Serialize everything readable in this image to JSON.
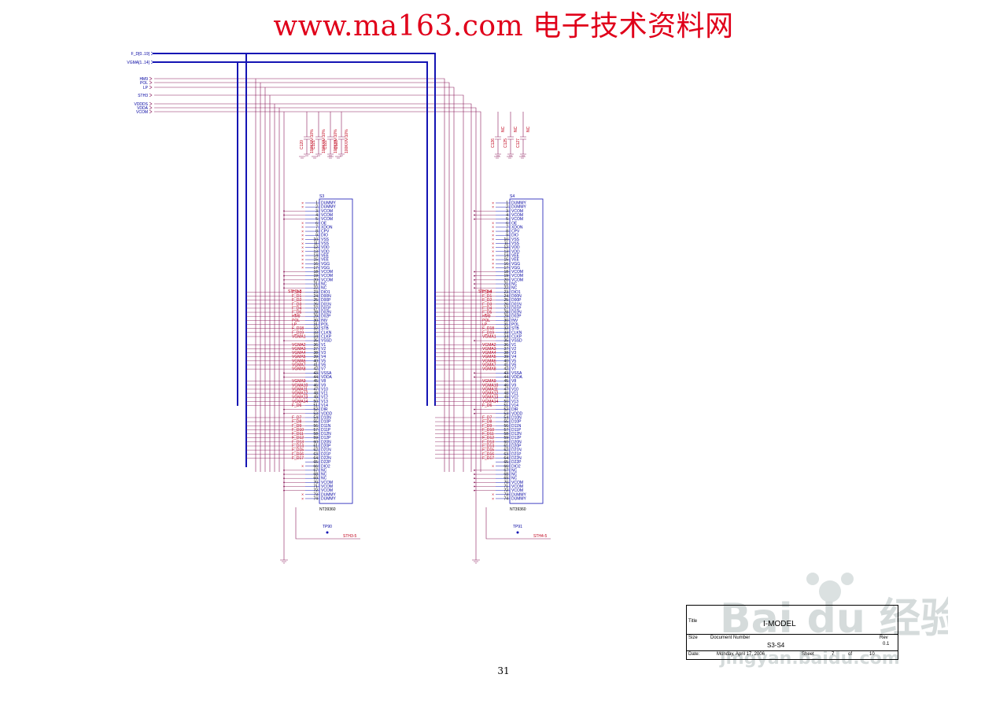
{
  "header": {
    "title": "www.ma163.com 电子技术资料网"
  },
  "page_number": "31",
  "nets": {
    "left": [
      "F_D[0..19]",
      "VGMA[1..14]",
      "HM9",
      "POL",
      "LP",
      "STH3",
      "VDDDS",
      "VDDA",
      "VCOM"
    ]
  },
  "caps_left": [
    "C120",
    "C121",
    "C122",
    "C123"
  ],
  "caps_left_values": [
    "100K/0V/10%",
    "100K/0V/10%",
    "100K/0V/10%",
    "100K/0V/10%"
  ],
  "caps_right": [
    "C126",
    "C125",
    "C127"
  ],
  "caps_right_values": [
    "NC",
    "NC",
    "NC"
  ],
  "chips": [
    {
      "ref": "S3",
      "part": "NT39360",
      "tp": "TP90",
      "out_net": "STH3-5"
    },
    {
      "ref": "S4",
      "part": "NT39360",
      "tp": "TP91",
      "out_net": "STH4-5"
    }
  ],
  "chip_in_net": "STH3-3",
  "chip_in_net_s4": "STH3-4",
  "pins": [
    "DUMMY",
    "DUMMY",
    "VCOM",
    "VCOM",
    "VCOM",
    "OE",
    "XDON",
    "CPV",
    "DIO",
    "VSS",
    "VSS",
    "VDD",
    "VDD",
    "VEE",
    "VEE",
    "VGG",
    "VGG",
    "VCOM",
    "VCOM",
    "VCOM",
    "NC",
    "NC",
    "DIO1",
    "D00N",
    "D00P",
    "D01N",
    "D01P",
    "D02N",
    "D02P",
    "INV",
    "POL",
    "STB",
    "CLKN",
    "CLKP",
    "VSSD",
    "V1",
    "V2",
    "V3",
    "V4",
    "V5",
    "V6",
    "V7",
    "VSSA",
    "VDDA",
    "V8",
    "V9",
    "V10",
    "V11",
    "V12",
    "V13",
    "V14",
    "DIR",
    "VDDD",
    "D10N",
    "D10P",
    "D11N",
    "D11P",
    "D12N",
    "D12P",
    "D20N",
    "D20P",
    "D21N",
    "D21P",
    "D22N",
    "D22P",
    "DIO2",
    "NC",
    "NC",
    "NC",
    "VCOM",
    "VCOM",
    "VCOM",
    "DUMMY",
    "DUMMY"
  ],
  "sig_labels": [
    "F_D0",
    "F_D1",
    "F_D2",
    "F_D3",
    "F_D4",
    "F_D5",
    "HM9",
    "POL",
    "LP",
    "F_D18",
    "F_D19",
    "VGMA1",
    "VGMA2",
    "VGMA3",
    "VGMA4",
    "VGMA5",
    "VGMA6",
    "VGMA7",
    "VGMA8",
    "VGMA9",
    "VGMA10",
    "VGMA11",
    "VGMA12",
    "VGMA13",
    "VGMA14",
    "F_D6",
    "F_D7",
    "F_D8",
    "F_D9",
    "F_D10",
    "F_D11",
    "F_D12",
    "F_D13",
    "F_D14",
    "F_D15",
    "F_D16",
    "F_D17"
  ],
  "title_block": {
    "title_label": "Title",
    "title": "I-MODEL",
    "size_label": "Size",
    "docnum_label": "Document Number",
    "docnum": "S3-S4",
    "rev_label": "Rev",
    "rev": "0.1",
    "date_label": "Date:",
    "date": "Monday, April 17, 2006",
    "sheet_label": "Sheet",
    "sheet": "7",
    "of_label": "of",
    "of": "10"
  },
  "watermark": {
    "text": "Bai du 经验",
    "sub": "jingyan.baidu.com"
  },
  "colors": {
    "bus": "#1414b4",
    "net": "#8a1a5a",
    "label_red": "#c0001a",
    "header_red": "#e0001a"
  }
}
